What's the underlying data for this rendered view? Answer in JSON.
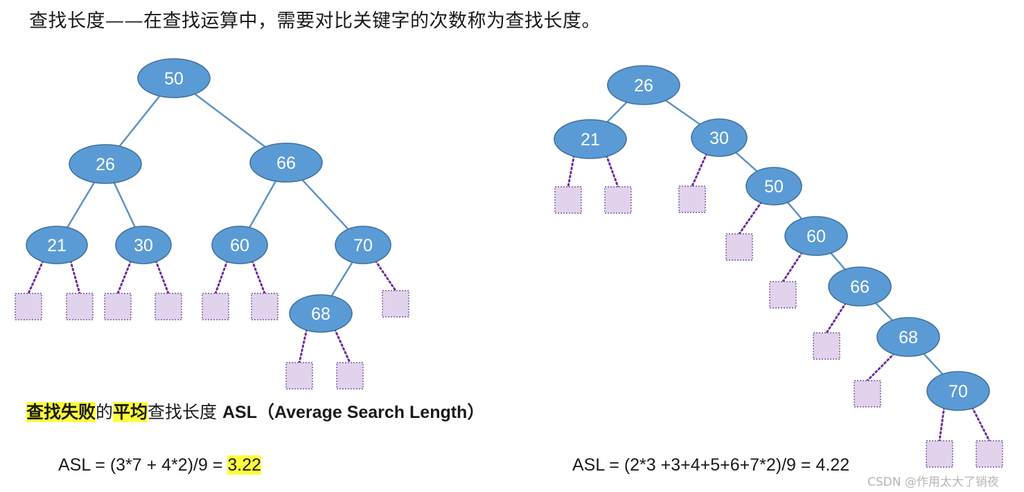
{
  "heading": "查找长度——在查找运算中，需要对比关键字的次数称为查找长度。",
  "asl_title": {
    "part1": "查找失败",
    "part2": "的",
    "part3": "平均",
    "part4": "查找长度 ",
    "part5": "ASL（Average Search Length）"
  },
  "left_formula": {
    "text": "ASL = (3*7 + 4*2)/9 = ",
    "result": "3.22"
  },
  "right_formula": "ASL = (2*3 +3+4+5+6+7*2)/9 = 4.22",
  "watermark": "CSDN @作用太大了销夜",
  "colors": {
    "node_fill": "#5b9bd5",
    "edge": "#5b93c8",
    "failure_leaf": "#e2d3ec",
    "dotted_edge": "#6e2aa0",
    "highlight": "#ffff3a"
  },
  "trees": [
    {
      "name": "left-tree",
      "nodes": [
        {
          "id": "L50",
          "label": "50",
          "parent": null
        },
        {
          "id": "L26",
          "label": "26",
          "parent": "L50"
        },
        {
          "id": "L66",
          "label": "66",
          "parent": "L50"
        },
        {
          "id": "L21",
          "label": "21",
          "parent": "L26"
        },
        {
          "id": "L30",
          "label": "30",
          "parent": "L26"
        },
        {
          "id": "L60",
          "label": "60",
          "parent": "L66"
        },
        {
          "id": "L70",
          "label": "70",
          "parent": "L66"
        },
        {
          "id": "L68",
          "label": "68",
          "parent": "L70"
        }
      ],
      "failure_leaves": [
        {
          "parent": "L21"
        },
        {
          "parent": "L21"
        },
        {
          "parent": "L30"
        },
        {
          "parent": "L30"
        },
        {
          "parent": "L60"
        },
        {
          "parent": "L60"
        },
        {
          "parent": "L68"
        },
        {
          "parent": "L68"
        },
        {
          "parent": "L70"
        }
      ]
    },
    {
      "name": "right-tree",
      "nodes": [
        {
          "id": "R26",
          "label": "26",
          "parent": null
        },
        {
          "id": "R21",
          "label": "21",
          "parent": "R26"
        },
        {
          "id": "R30",
          "label": "30",
          "parent": "R26"
        },
        {
          "id": "R50",
          "label": "50",
          "parent": "R30"
        },
        {
          "id": "R60",
          "label": "60",
          "parent": "R50"
        },
        {
          "id": "R66",
          "label": "66",
          "parent": "R60"
        },
        {
          "id": "R68",
          "label": "68",
          "parent": "R66"
        },
        {
          "id": "R70",
          "label": "70",
          "parent": "R68"
        }
      ],
      "failure_leaves": [
        {
          "parent": "R21"
        },
        {
          "parent": "R21"
        },
        {
          "parent": "R30"
        },
        {
          "parent": "R50"
        },
        {
          "parent": "R60"
        },
        {
          "parent": "R66"
        },
        {
          "parent": "R68"
        },
        {
          "parent": "R70"
        },
        {
          "parent": "R70"
        }
      ]
    }
  ]
}
